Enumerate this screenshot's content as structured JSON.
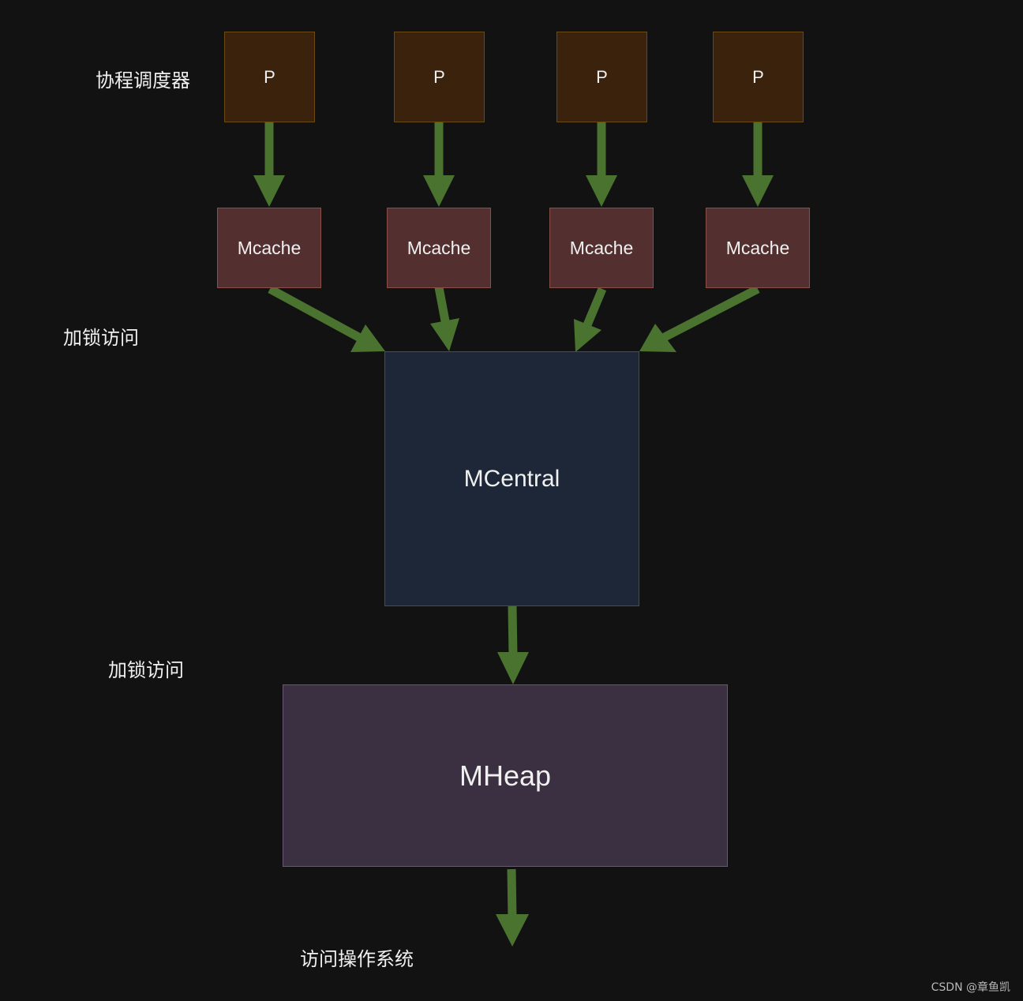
{
  "labels": {
    "scheduler": "协程调度器",
    "lock_access_1": "加锁访问",
    "lock_access_2": "加锁访问",
    "os_access": "访问操作系统"
  },
  "processors": [
    {
      "label": "P"
    },
    {
      "label": "P"
    },
    {
      "label": "P"
    },
    {
      "label": "P"
    }
  ],
  "mcaches": [
    {
      "label": "Mcache"
    },
    {
      "label": "Mcache"
    },
    {
      "label": "Mcache"
    },
    {
      "label": "Mcache"
    }
  ],
  "mcentral": {
    "label": "MCentral"
  },
  "mheap": {
    "label": "MHeap"
  },
  "watermark": "CSDN @章鱼凯",
  "colors": {
    "background": "#121212",
    "p_fill": "#3a220d",
    "mcache_fill": "#532f2f",
    "mcentral_fill": "#1d2738",
    "mheap_fill": "#3b2f42",
    "arrow": "#4a7330",
    "text": "#f0f0f0"
  }
}
